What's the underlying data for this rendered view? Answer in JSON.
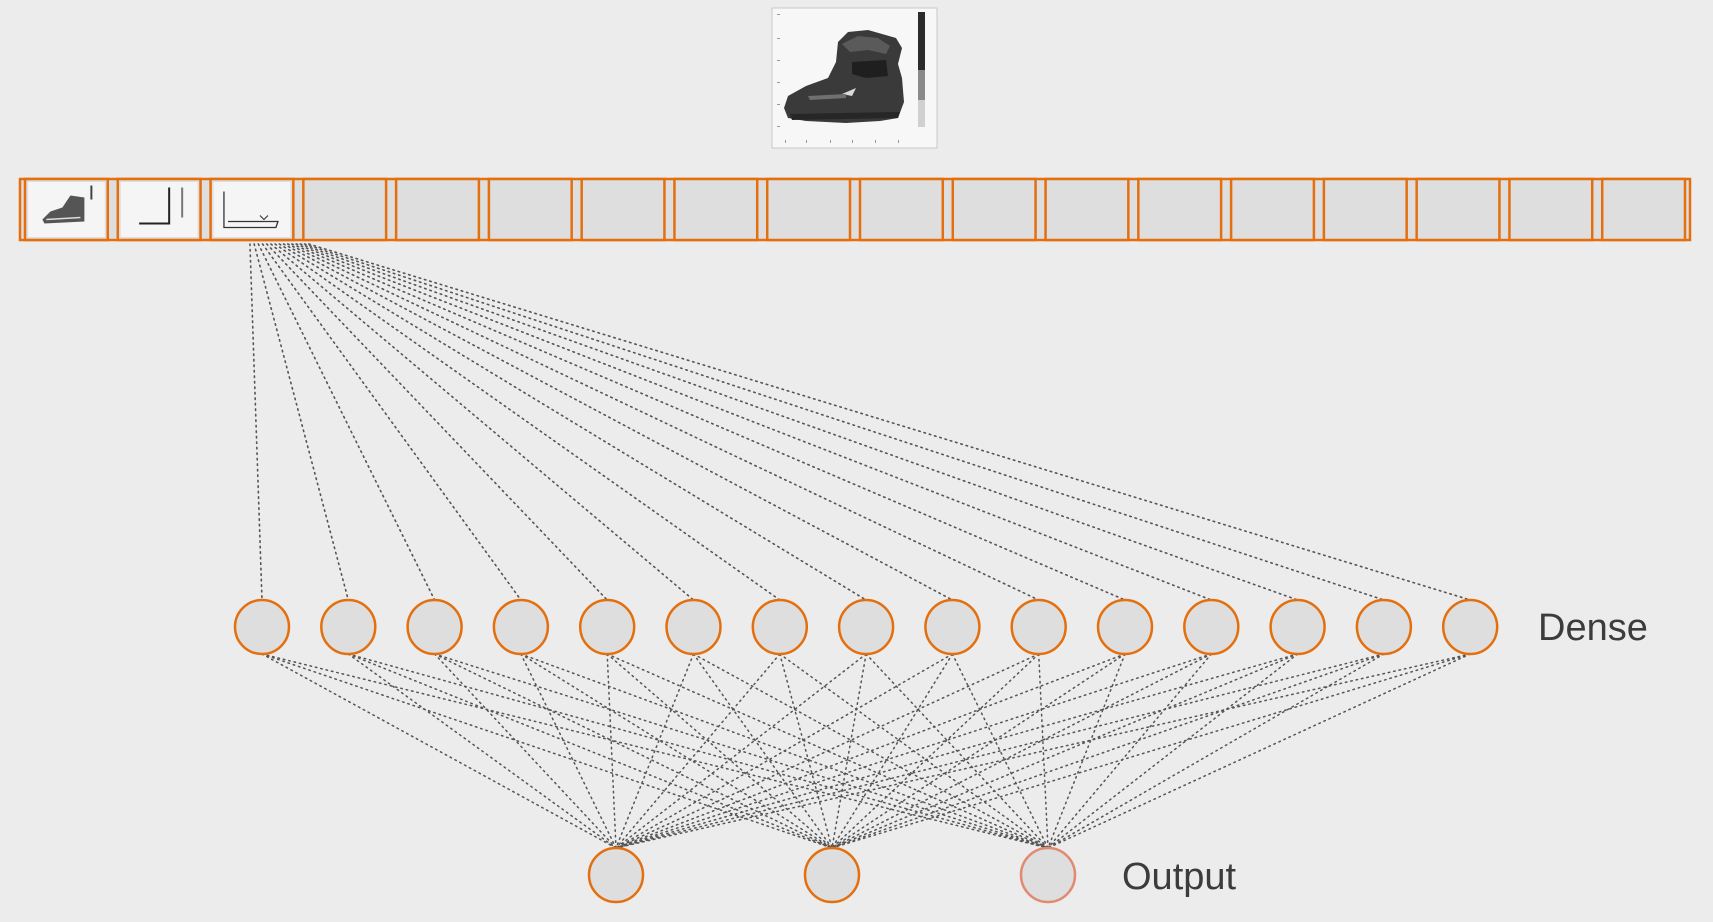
{
  "diagram": {
    "layers": {
      "dense_label": "Dense",
      "output_label": "Output"
    },
    "input_strip": {
      "cell_count": 18,
      "cells_with_thumbnails": 3,
      "thumbnail_icons": [
        "shoe-feature-icon",
        "edge-feature-icon",
        "outline-feature-icon"
      ]
    },
    "dense_neuron_count": 15,
    "output_neuron_count": 3,
    "connected_input_cell": 3,
    "colors": {
      "background": "#ececec",
      "accent": "#e36f0f",
      "accent_faded": "#e08a72",
      "cell_fill": "#dedede",
      "connection": "#555555",
      "text": "#3c3c3c"
    }
  }
}
